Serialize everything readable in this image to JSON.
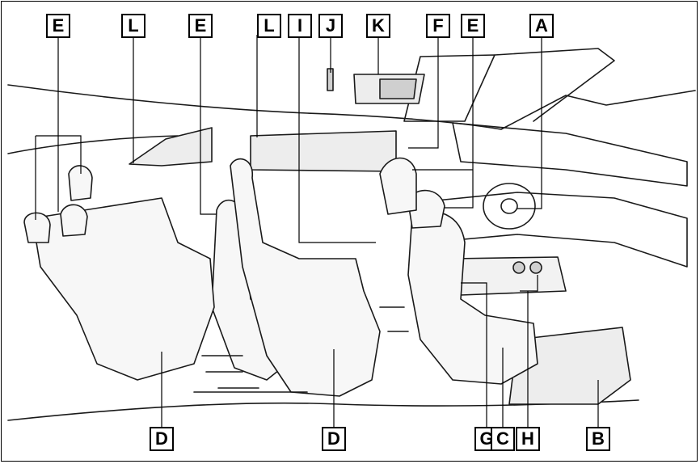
{
  "diagram": {
    "callouts": [
      {
        "id": "E-top-1",
        "label": "E"
      },
      {
        "id": "L-top-1",
        "label": "L"
      },
      {
        "id": "E-top-2",
        "label": "E"
      },
      {
        "id": "L-top-2",
        "label": "L"
      },
      {
        "id": "I-top",
        "label": "I"
      },
      {
        "id": "J-top",
        "label": "J"
      },
      {
        "id": "K-top",
        "label": "K"
      },
      {
        "id": "F-top",
        "label": "F"
      },
      {
        "id": "E-top-3",
        "label": "E"
      },
      {
        "id": "A-top",
        "label": "A"
      },
      {
        "id": "D-bottom-1",
        "label": "D"
      },
      {
        "id": "D-bottom-2",
        "label": "D"
      },
      {
        "id": "G-bottom",
        "label": "G"
      },
      {
        "id": "C-bottom",
        "label": "C"
      },
      {
        "id": "H-bottom",
        "label": "H"
      },
      {
        "id": "B-bottom",
        "label": "B"
      }
    ]
  }
}
